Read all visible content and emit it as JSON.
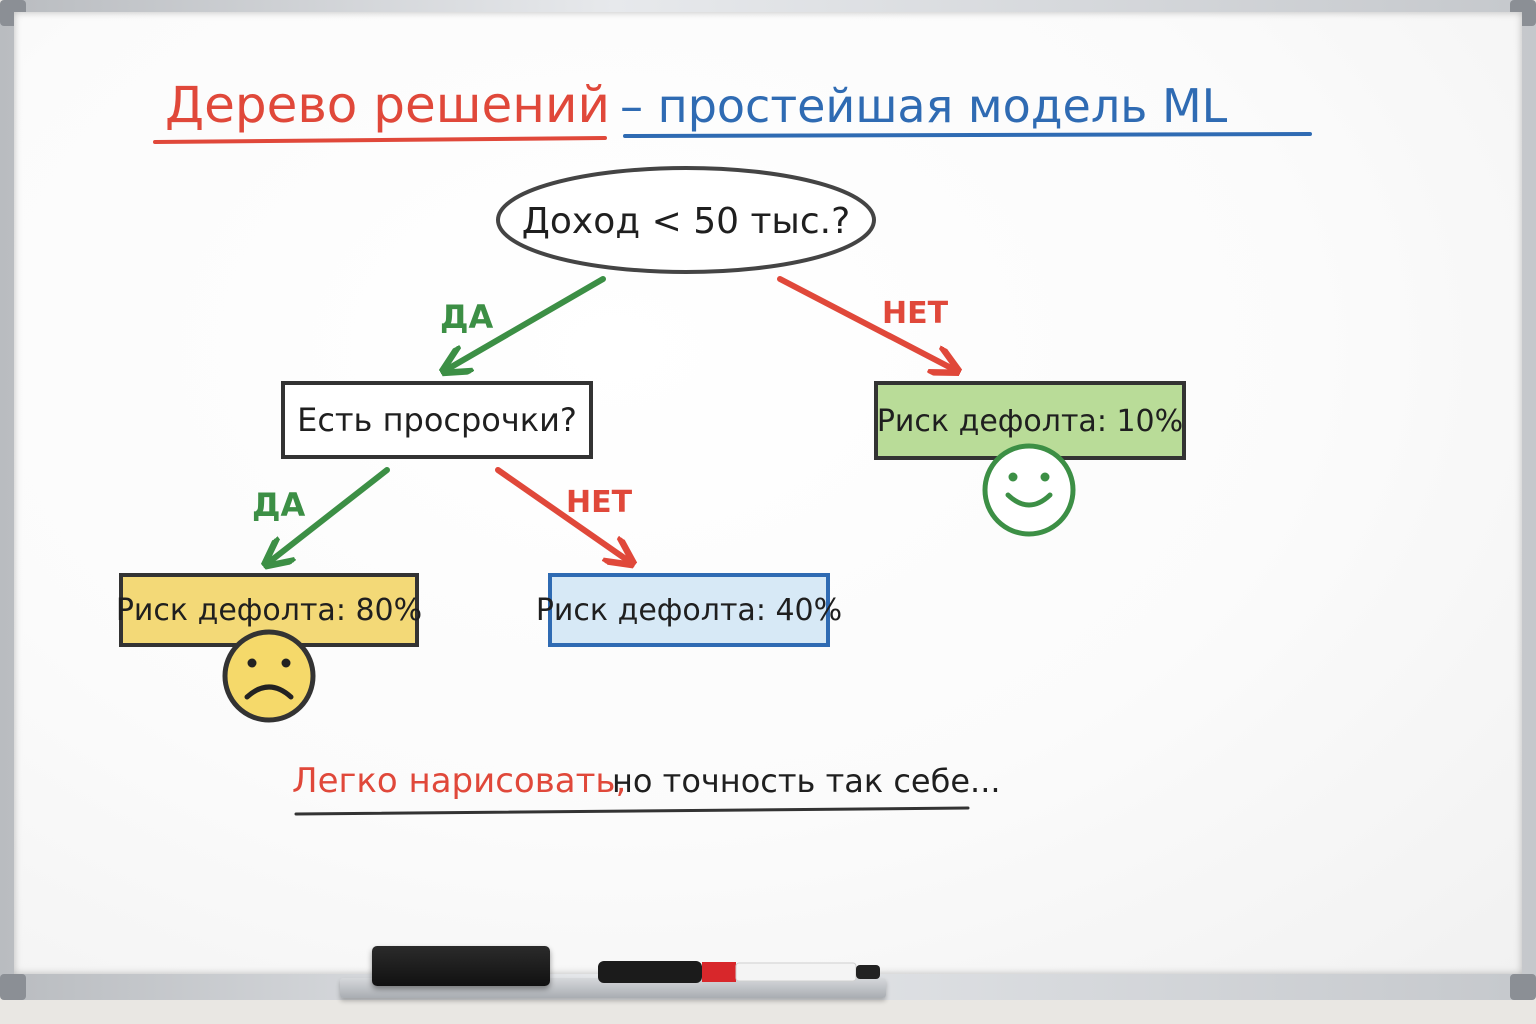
{
  "title": {
    "part1": "Дерево решений",
    "part2": "– простейшая модель ML"
  },
  "tree": {
    "root": "Доход < 50 тыс.?",
    "root_yes_label": "ДА",
    "root_no_label": "НЕТ",
    "node2": "Есть просрочки?",
    "node2_yes_label": "ДА",
    "node2_no_label": "НЕТ",
    "leaf_80": "Риск дефолта: 80%",
    "leaf_40": "Риск дефолта: 40%",
    "leaf_10": "Риск дефолта: 10%"
  },
  "footer": {
    "part1": "Легко нарисовать,",
    "part2": "но точность так себе..."
  },
  "colors": {
    "red": "#e0483a",
    "blue": "#2f6bb3",
    "green": "#3c8f45",
    "dark": "#1f1f1f",
    "yellow_fill": "#f3d977",
    "blue_fill": "#d7e9f6",
    "green_fill": "#b9dc98",
    "smile_stroke": "#3c8f45",
    "frown_fill": "#f5d96a"
  },
  "icons": {
    "happy": "smiley-face-icon",
    "sad": "frowning-face-icon"
  }
}
